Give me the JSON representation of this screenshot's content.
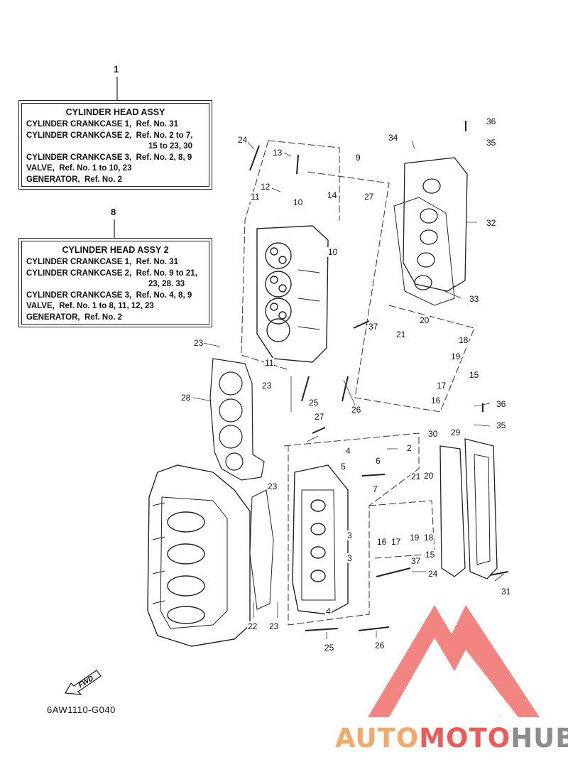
{
  "callouts": [
    {
      "number": "1",
      "title": "CYLINDER HEAD ASSY",
      "lines": [
        {
          "text": "CYLINDER CRANKCASE 1,  Ref. No. 31",
          "cont": false
        },
        {
          "text": "CYLINDER CRANKCASE 2,  Ref. No. 2 to 7,",
          "cont": false
        },
        {
          "text": "15 to 23, 30",
          "cont": true
        },
        {
          "text": "CYLINDER CRANKCASE 3,  Ref. No. 2, 8, 9",
          "cont": false
        },
        {
          "text": "VALVE,  Ref. No. 1 to 10, 23",
          "cont": false
        },
        {
          "text": "GENERATOR,  Ref. No. 2",
          "cont": false
        }
      ]
    },
    {
      "number": "8",
      "title": "CYLINDER HEAD ASSY 2",
      "lines": [
        {
          "text": "CYLINDER CRANKCASE 1,  Ref. No. 31",
          "cont": false
        },
        {
          "text": "CYLINDER CRANKCASE 2,  Ref. No. 9 to 21,",
          "cont": false
        },
        {
          "text": "23, 28. 33",
          "cont": true
        },
        {
          "text": "CYLINDER CRANKCASE 3,  Ref. No. 4, 8, 9",
          "cont": false
        },
        {
          "text": "VALVE,  Ref. No. 1 to 8, 11, 12, 23",
          "cont": false
        },
        {
          "text": "GENERATOR,  Ref. No. 2",
          "cont": false
        }
      ]
    }
  ],
  "ref_labels": [
    "36",
    "35",
    "34",
    "24",
    "13",
    "9",
    "12",
    "14",
    "27",
    "11",
    "10",
    "32",
    "10",
    "33",
    "37",
    "20",
    "18",
    "21",
    "19",
    "15",
    "23",
    "11",
    "17",
    "23",
    "16",
    "28",
    "27",
    "25",
    "26",
    "36",
    "35",
    "2",
    "4",
    "30",
    "29",
    "6",
    "5",
    "21",
    "20",
    "7",
    "23",
    "3",
    "16",
    "17",
    "19",
    "18",
    "15",
    "37",
    "3",
    "24",
    "31",
    "4",
    "22",
    "23",
    "25",
    "26"
  ],
  "fwd_label": "FWD",
  "drawing_code": "6AW1110-G040",
  "watermark": {
    "part1": "AUTO",
    "part2": "MOTO",
    "part3": "HUB"
  },
  "colors": {
    "line": "#222222",
    "watermark_red": "#ee5b57",
    "watermark_orange": "#f3a96b",
    "watermark_gray": "#8c8c8c"
  }
}
